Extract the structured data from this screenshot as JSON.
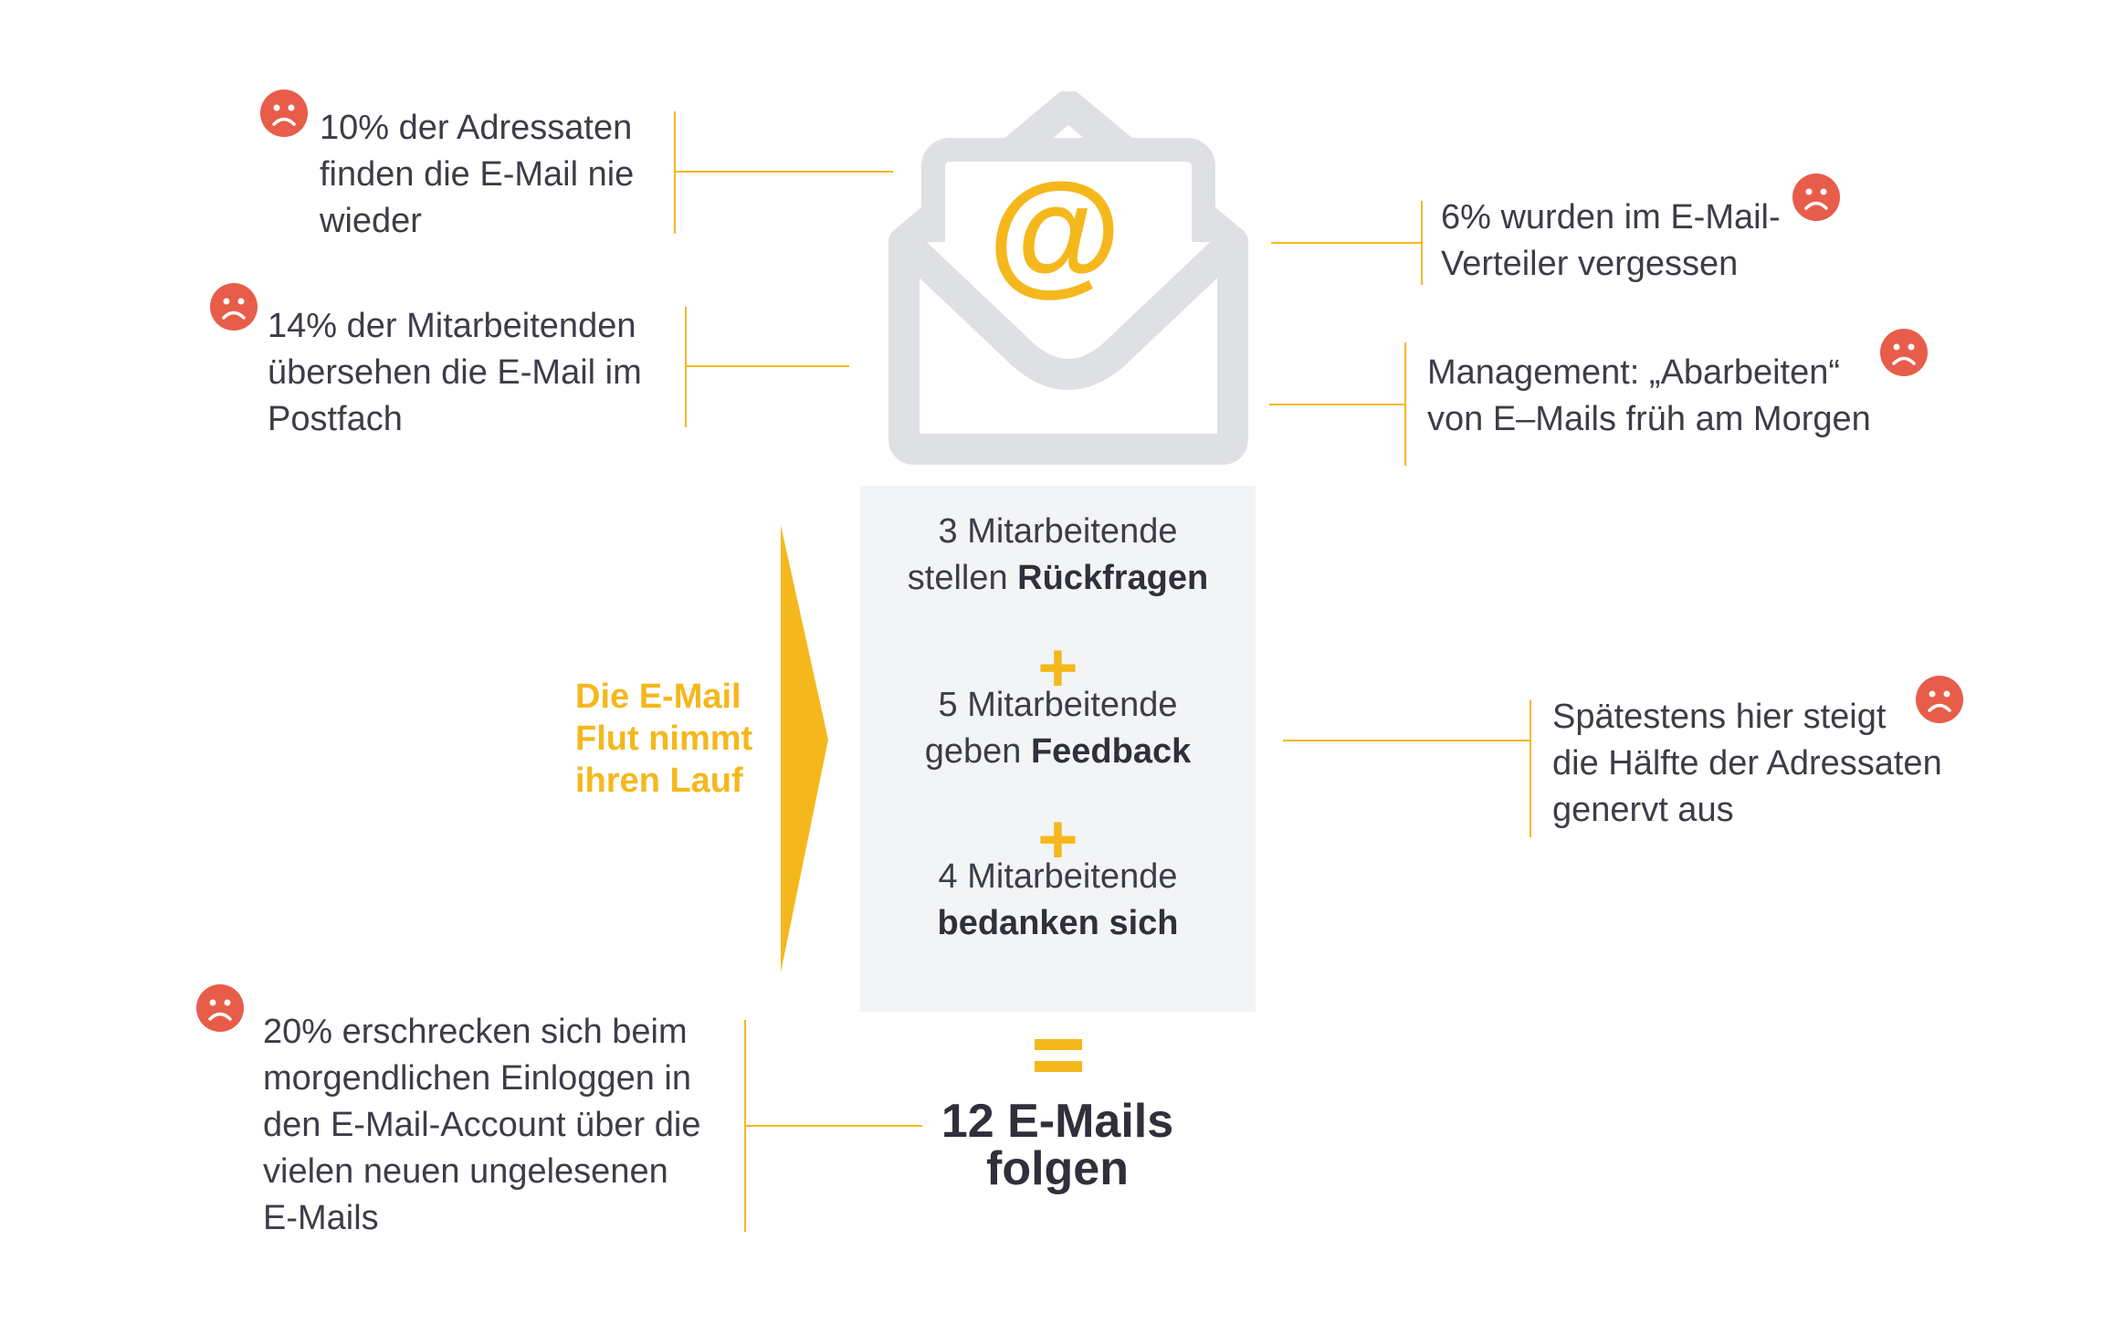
{
  "envelope": {
    "icon": "envelope-open-at-icon",
    "symbol": "@"
  },
  "notes": {
    "n1": "10% der Adressaten\nfinden die E-Mail nie\nwieder",
    "n2": "14% der Mitarbeitenden\nübersehen die E-Mail im\nPostfach",
    "n3": "6% wurden im E-Mail-\nVerteiler vergessen",
    "n4": "Management: „Abarbeiten“\nvon E–Mails früh am Morgen",
    "n5": "Spätestens hier steigt\ndie Hälfte der Adressaten\ngenervt aus",
    "n6": "20% erschrecken sich beim\nmorgendlichen Einloggen in\nden E-Mail-Account über die\nvielen neuen ungelesenen\nE-Mails"
  },
  "flow_label": "Die E-Mail\nFlut nimmt\nihren Lauf",
  "box": {
    "r1_prefix": "3 Mitarbeitende",
    "r1_line2": "stellen ",
    "r1_bold": "Rückfragen",
    "plus": "+",
    "r2_prefix": "5 Mitarbeitende",
    "r2_line2": "geben ",
    "r2_bold": "Feedback",
    "r3_prefix": "4 Mitarbeitende",
    "r3_bold": "bedanken sich"
  },
  "equals": "=",
  "result": {
    "line1": "12 E-Mails",
    "line2": "folgen"
  },
  "colors": {
    "accent": "#f5b81c",
    "sad": "#e85c4a",
    "text": "#3c3d47",
    "box": "#f3f4f6",
    "envelope": "#dfe0e3"
  }
}
